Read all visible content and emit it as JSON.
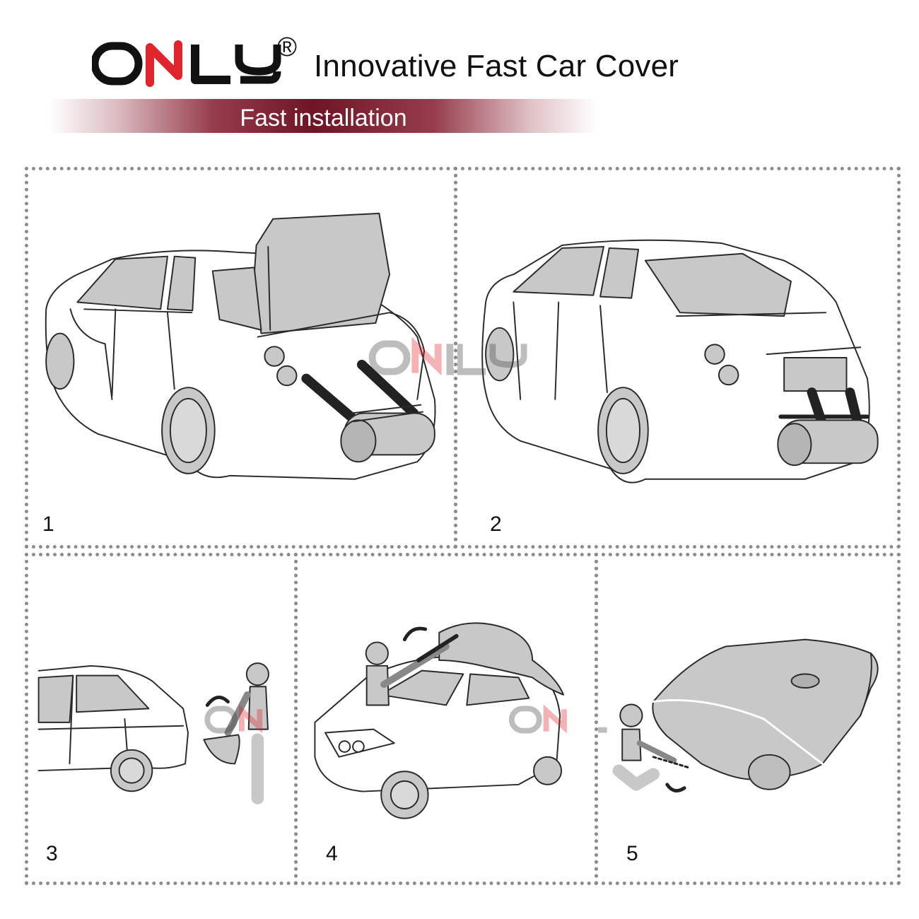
{
  "header": {
    "brand": "ONLY",
    "registered_mark": "®",
    "title": "Innovative Fast Car Cover",
    "banner_text": "Fast installation"
  },
  "steps": [
    {
      "number": "1"
    },
    {
      "number": "2"
    },
    {
      "number": "3"
    },
    {
      "number": "4"
    },
    {
      "number": "5"
    }
  ],
  "colors": {
    "brand_red": "#e0242b",
    "brand_black": "#111111",
    "banner_dark": "#6e1426",
    "illustration_gray": "#c8c8c8",
    "line": "#2a2a2a",
    "dot_border": "#8c8c8c"
  }
}
